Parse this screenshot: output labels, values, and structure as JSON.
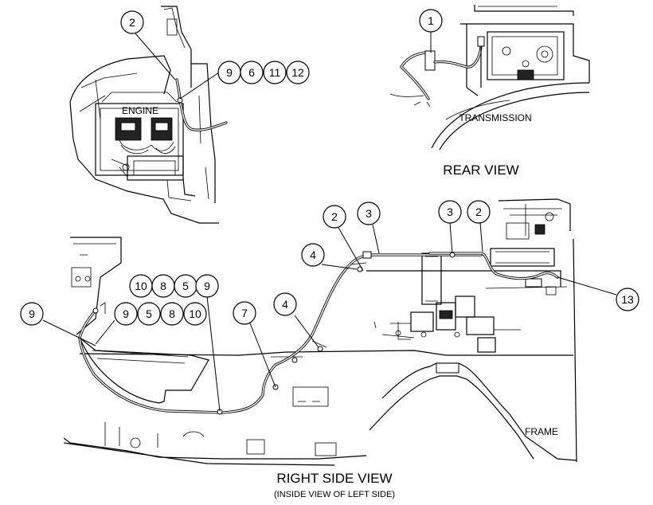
{
  "views": {
    "rear": {
      "title": "REAR VIEW",
      "component": "TRANSMISSION"
    },
    "engine_detail": {
      "component": "ENGINE"
    },
    "right_side": {
      "title": "RIGHT SIDE VIEW",
      "subtitle": "(INSIDE VIEW OF LEFT SIDE)",
      "component": "FRAME"
    }
  },
  "callouts": {
    "rear_1": "1",
    "engine_2": "2",
    "engine_9": "9",
    "engine_6": "6",
    "engine_11": "11",
    "engine_12": "12",
    "side_2a": "2",
    "side_3a": "3",
    "side_3b": "3",
    "side_2b": "2",
    "side_4a": "4",
    "side_4b": "4",
    "side_7": "7",
    "side_13": "13",
    "side_9a": "9",
    "side_9b": "9",
    "side_5a": "5",
    "side_8a": "8",
    "side_10a": "10",
    "side_10b": "10",
    "side_8b": "8",
    "side_5b": "5",
    "side_9c": "9"
  }
}
